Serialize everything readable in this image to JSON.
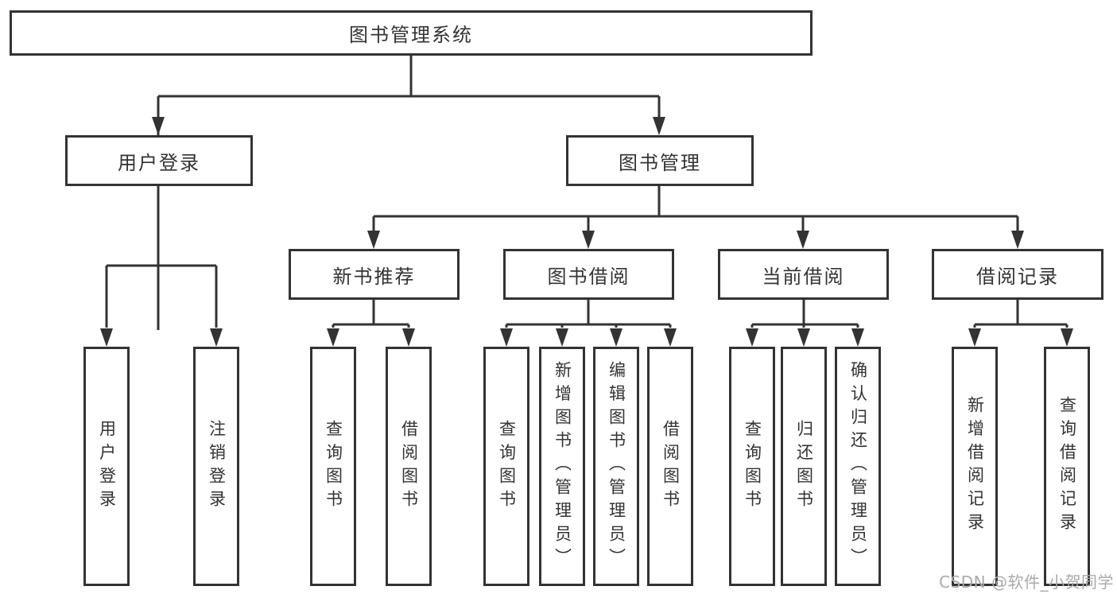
{
  "nodes": {
    "root": "图书管理系统",
    "level2": [
      "用户登录",
      "图书管理"
    ],
    "level3": [
      "新书推荐",
      "图书借阅",
      "当前借阅",
      "借阅记录"
    ],
    "leaves": [
      "用户登录",
      "注销登录",
      "查询图书",
      "借阅图书",
      "查询图书",
      "新增图书（管理员）",
      "编辑图书（管理员）",
      "借阅图书",
      "查询图书",
      "归还图书",
      "确认归还（管理员）",
      "新增借阅记录",
      "查询借阅记录"
    ]
  },
  "colors": {
    "line": "#333333",
    "text": "#333333",
    "box_background": "#ffffff",
    "watermark_text": "#a9a9a9"
  },
  "watermark": {
    "text": "CSDN @软件_小贺同学"
  }
}
